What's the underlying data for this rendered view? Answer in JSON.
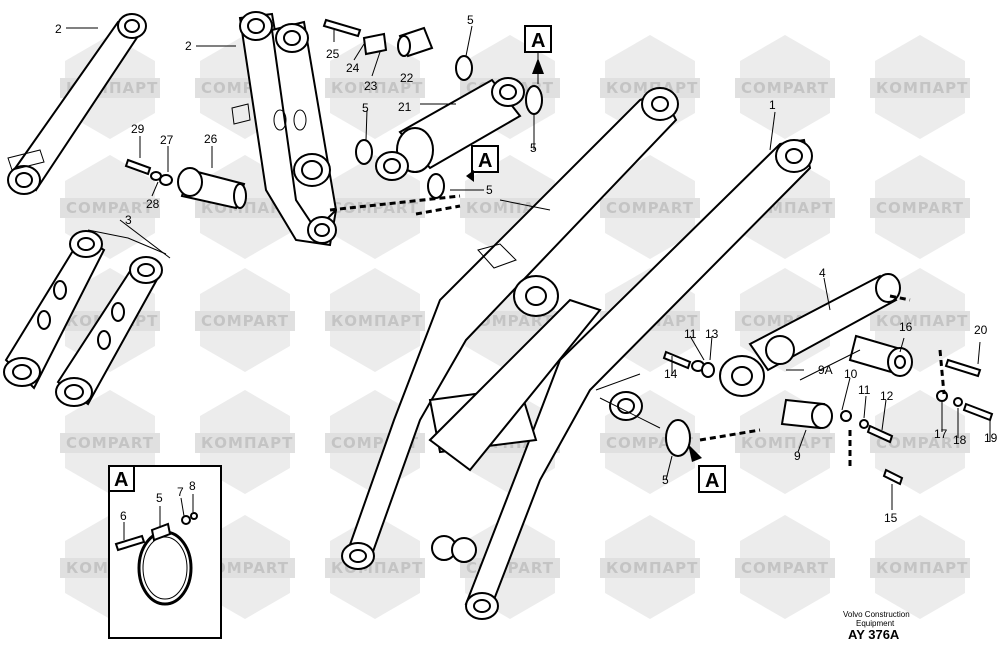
{
  "watermark": {
    "latin": "COMPART",
    "cyrillic": "КОМПАРТ"
  },
  "callouts": {
    "c2a": "2",
    "c2b": "2",
    "c3": "3",
    "c29": "29",
    "c27": "27",
    "c26": "26",
    "c28": "28",
    "c25": "25",
    "c24": "24",
    "c23": "23",
    "c22": "22",
    "c21": "21",
    "c5a": "5",
    "c5b": "5",
    "c5c": "5",
    "c5d": "5",
    "c5e": "5",
    "c1": "1",
    "c4": "4",
    "c16": "16",
    "c20": "20",
    "c11a": "11",
    "c13": "13",
    "c14": "14",
    "c9a": "9A",
    "c10": "10",
    "c11b": "11",
    "c12": "12",
    "c9": "9",
    "c17": "17",
    "c18": "18",
    "c19": "19",
    "c15": "15",
    "dA_6": "6",
    "dA_5": "5",
    "dA_7": "7",
    "dA_8": "8"
  },
  "ref_boxes": {
    "top": "A",
    "mid": "A",
    "bottom": "A",
    "detail": "A"
  },
  "credit": {
    "line1": "Volvo Construction",
    "line2": "Equipment",
    "code": "AY 376A"
  }
}
